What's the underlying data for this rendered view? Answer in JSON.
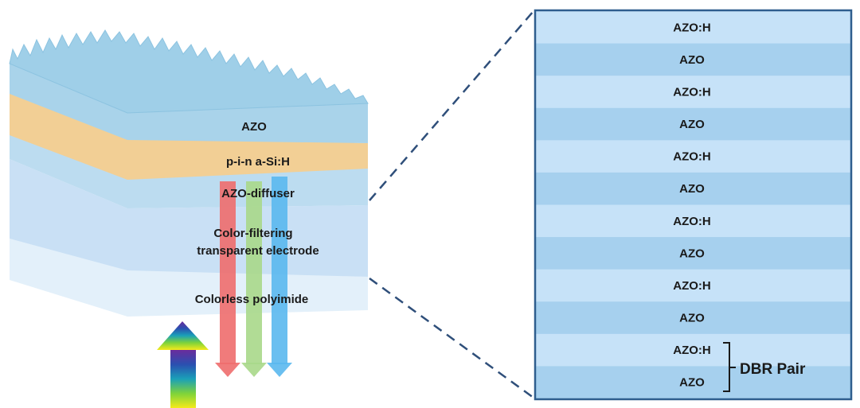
{
  "device": {
    "layers": [
      {
        "id": "azo",
        "label": "AZO"
      },
      {
        "id": "pin",
        "label": "p-i-n a-Si:H"
      },
      {
        "id": "diffuser",
        "label": "AZO-diffuser"
      },
      {
        "id": "cfte",
        "label_line1": "Color-filtering",
        "label_line2": "transparent electrode"
      },
      {
        "id": "cpi",
        "label": "Colorless polyimide"
      }
    ]
  },
  "dbr": {
    "layers": [
      "AZO:H",
      "AZO",
      "AZO:H",
      "AZO",
      "AZO:H",
      "AZO",
      "AZO:H",
      "AZO",
      "AZO:H",
      "AZO",
      "AZO:H",
      "AZO"
    ],
    "pair_label": "DBR Pair"
  },
  "colors": {
    "azo": "#a9d3ea",
    "pin": "#f2cf95",
    "diffuser": "#bcdcf0",
    "cfte": "#c9e0f5",
    "cpi": "#e3f0fa",
    "dbr_light": "#c6e2f8",
    "dbr_dark": "#a6d0ee",
    "dbr_border": "#2f5e8e",
    "arrow_red": "#ee6d6d",
    "arrow_green": "#a9d88a",
    "arrow_blue": "#5ab8ee"
  }
}
